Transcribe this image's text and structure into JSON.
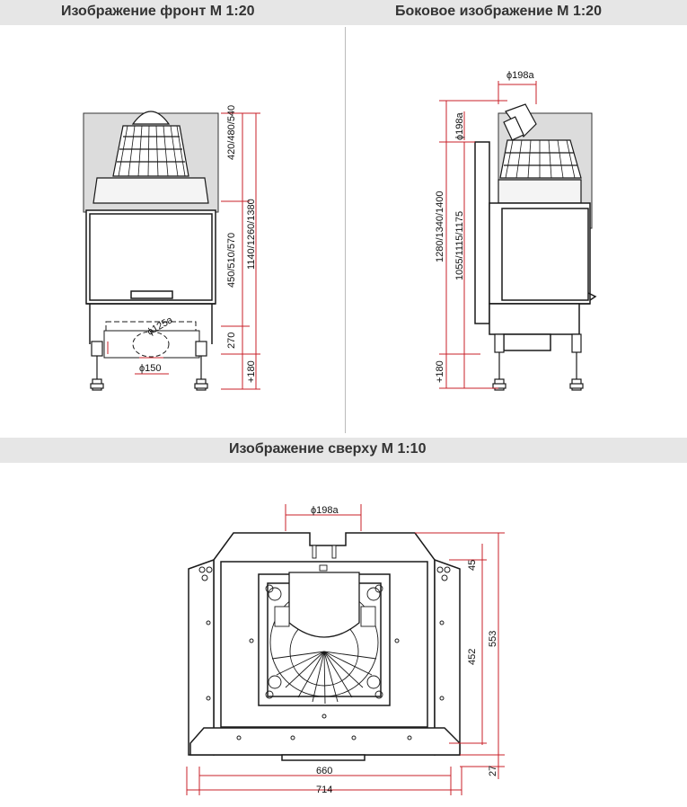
{
  "titles": {
    "front": "Изображение фронт М 1:20",
    "side": "Боковое изображение М 1:20",
    "top": "Изображение сверху М 1:10"
  },
  "front_dims": {
    "top_height": "420/480/540",
    "mid_height": "450/510/570",
    "total_height": "1140/1260/1380",
    "base_height": "270",
    "leg_height": "+180",
    "outlet_diameter": "ϕ125a",
    "inlet_diameter": "ϕ150"
  },
  "side_dims": {
    "flue_diameter_top": "ϕ198a",
    "flue_diameter_side": "ϕ198a",
    "total_height": "1280/1340/1400",
    "body_height": "1055/1115/1175",
    "leg_height": "+180"
  },
  "top_dims": {
    "flue_diameter": "ϕ198a",
    "offset": "45",
    "inner_depth": "452",
    "total_depth": "553",
    "front_depth": "27",
    "inner_width": "660",
    "total_width": "714"
  },
  "colors": {
    "dimension": "#c8202a",
    "drawing": "#1a1a1a",
    "wall": "#dcdcdc",
    "title_bar": "#e6e6e6"
  }
}
